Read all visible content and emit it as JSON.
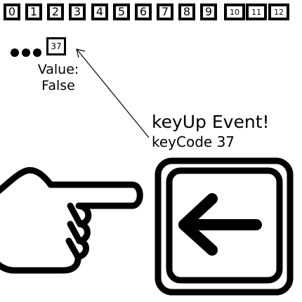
{
  "key_row": [
    "0",
    "1",
    "2",
    "3",
    "4",
    "5",
    "6",
    "7",
    "8",
    "9",
    "10",
    "11",
    "12"
  ],
  "selected_key": {
    "label": "37"
  },
  "value_panel": {
    "label": "Value:",
    "value": "False"
  },
  "event": {
    "title": "keyUp Event!",
    "detail": "keyCode 37"
  },
  "icons": {
    "pointer": "pointing-hand-icon",
    "key": "left-arrow-key-icon"
  }
}
